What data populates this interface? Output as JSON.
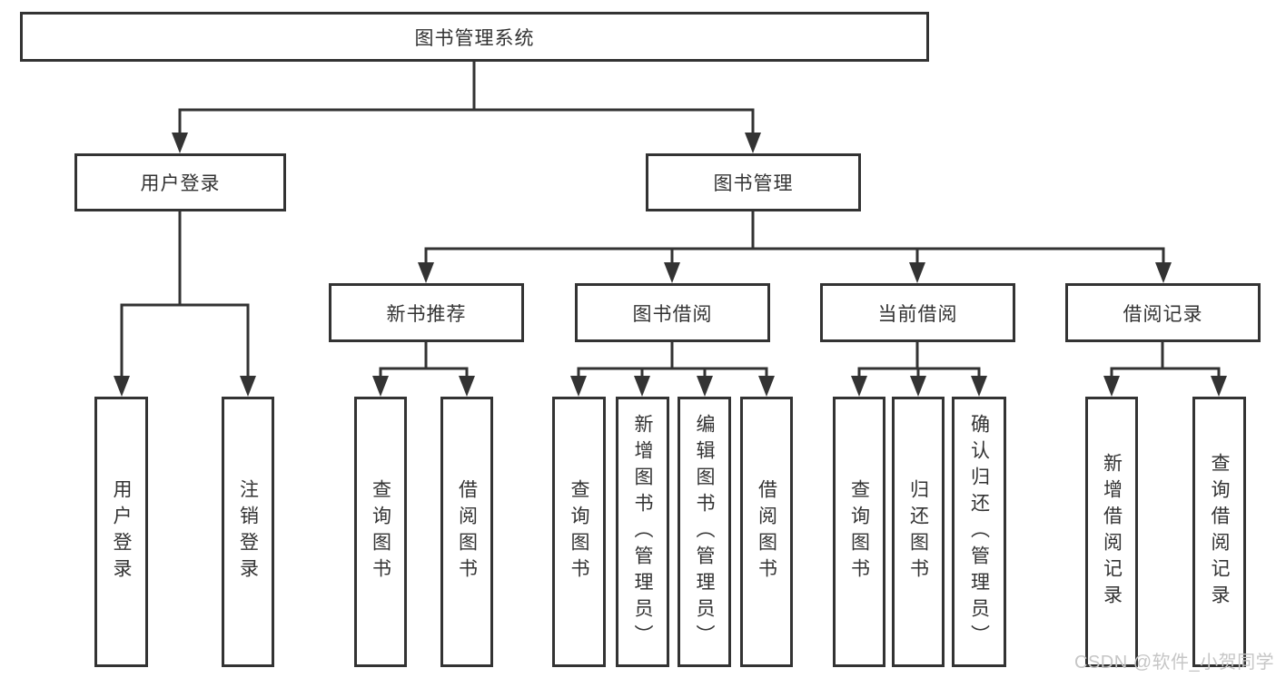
{
  "diagram": {
    "root": {
      "label": "图书管理系统"
    },
    "level1": {
      "user_login": {
        "label": "用户登录"
      },
      "book_management": {
        "label": "图书管理"
      }
    },
    "level2": {
      "new_book_recommend": {
        "label": "新书推荐"
      },
      "book_borrow": {
        "label": "图书借阅"
      },
      "current_borrow": {
        "label": "当前借阅"
      },
      "borrow_records": {
        "label": "借阅记录"
      }
    },
    "leaves": {
      "user": [
        "用户登录",
        "注销登录"
      ],
      "new_book": [
        "查询图书",
        "借阅图书"
      ],
      "borrow": [
        "查询图书",
        "新增图书（管理员）",
        "编辑图书（管理员）",
        "借阅图书"
      ],
      "current": [
        "查询图书",
        "归还图书",
        "确认归还（管理员）"
      ],
      "records": [
        "新增借阅记录",
        "查询借阅记录"
      ]
    }
  },
  "watermark": "CSDN @软件_小贺同学",
  "colors": {
    "line": "#333333",
    "text": "#333333",
    "box_background": "#ffffff",
    "watermark": "#c6c6c6",
    "page_background": "#ffffff"
  }
}
